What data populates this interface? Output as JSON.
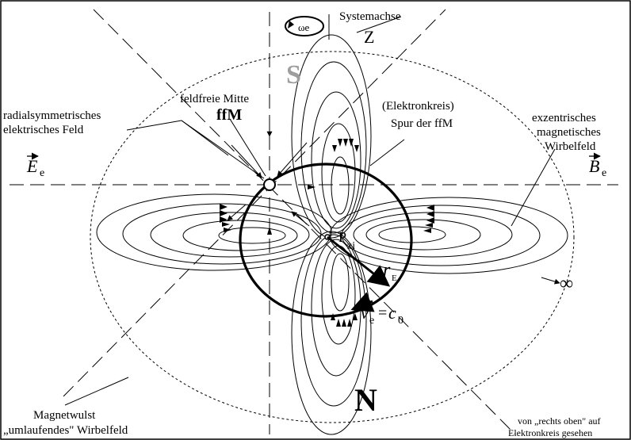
{
  "labels": {
    "system_axis": "Systemachse",
    "omega_e": "ωe",
    "z_axis": "Z",
    "south_pole": "S",
    "north_pole": "N",
    "field_free_center_title": "feldfreie Mitte",
    "ffm": "ffM",
    "electron_circle": "(Elektronkreis)",
    "ffm_trace": "Spur der ffM",
    "radial_field_line1": "radialsymmetrisches",
    "radial_field_line2": "elektrisches Feld",
    "e_field_symbol": "E",
    "e_field_subscript": "e",
    "eccentric_line1": "exzentrisches",
    "eccentric_line2": "magnetisches",
    "eccentric_line3": "Wirbelfeld",
    "b_field_symbol": "B",
    "b_field_subscript": "e",
    "p_point": "P",
    "p_subscript": "zi",
    "radius_symbol": "r",
    "radius_subscript": "E",
    "velocity_symbol": "v",
    "velocity_subscript": "e",
    "velocity_equals": "=",
    "c_symbol": "c",
    "c_subscript": "0",
    "infinity": "∞",
    "magnetwulst": "Magnetwulst",
    "circulating_field": "„umlaufendes\" Wirbelfeld",
    "view_note_line1": "von „rechts oben\" auf",
    "view_note_line2": "Elektronkreis gesehen"
  }
}
